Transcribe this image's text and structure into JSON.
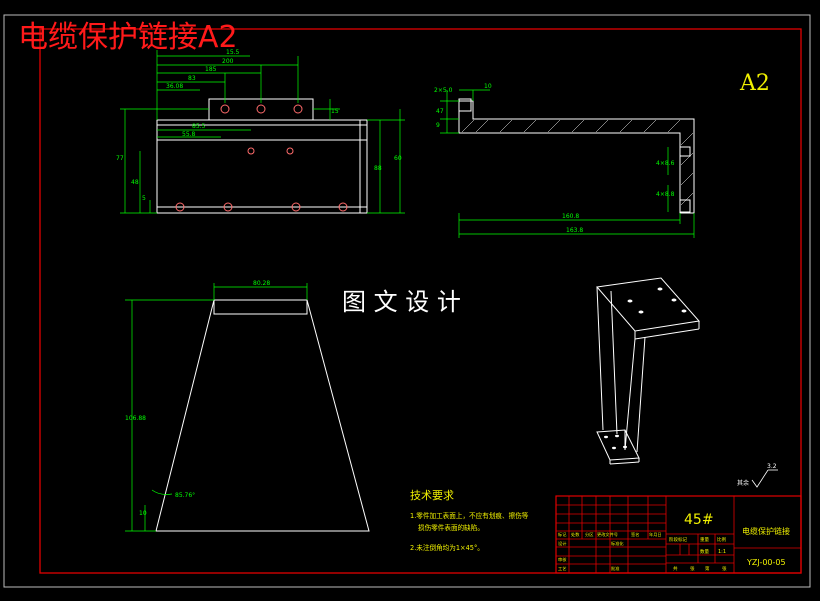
{
  "sheet": {
    "title": "电缆保护链接A2",
    "size_label": "A2",
    "watermark": "图 文 设 计"
  },
  "dims": {
    "top_view": [
      "15.5",
      "200",
      "185",
      "83",
      "36.08",
      "15",
      "77",
      "88",
      "85.5",
      "55.8",
      "60",
      "48",
      "5"
    ],
    "side_view": [
      "2×5.0",
      "10",
      "47",
      "9",
      "4×8.6",
      "4×8.8",
      "160.8",
      "163.8"
    ],
    "front_view": [
      "80.28",
      "106.88",
      "85.76°",
      "10"
    ]
  },
  "surface_finish": {
    "label": "其余",
    "value": "3.2"
  },
  "tech_requirements": {
    "heading": "技术要求",
    "line1": "1.零件加工表面上，不应有划痕、擦伤等",
    "line2": "损伤零件表面的缺陷。",
    "line3": "2.未注倒角均为1×45°。"
  },
  "title_block": {
    "material": "45#",
    "part_name": "电缆保护链接",
    "drawing_no": "YZJ-00-05",
    "scale": "1:1",
    "col_qty": "数量",
    "col_ratio": "比例",
    "stage_mark": "阶段标记",
    "weight": "重量",
    "rev_labels": [
      "标记",
      "处数",
      "分区",
      "更改文件号",
      "签名",
      "年月日"
    ],
    "sign_labels": [
      "设计",
      "标准化",
      "审核",
      "工艺",
      "批准"
    ],
    "sheet_labels": [
      "共",
      "张",
      "第",
      "张"
    ]
  }
}
